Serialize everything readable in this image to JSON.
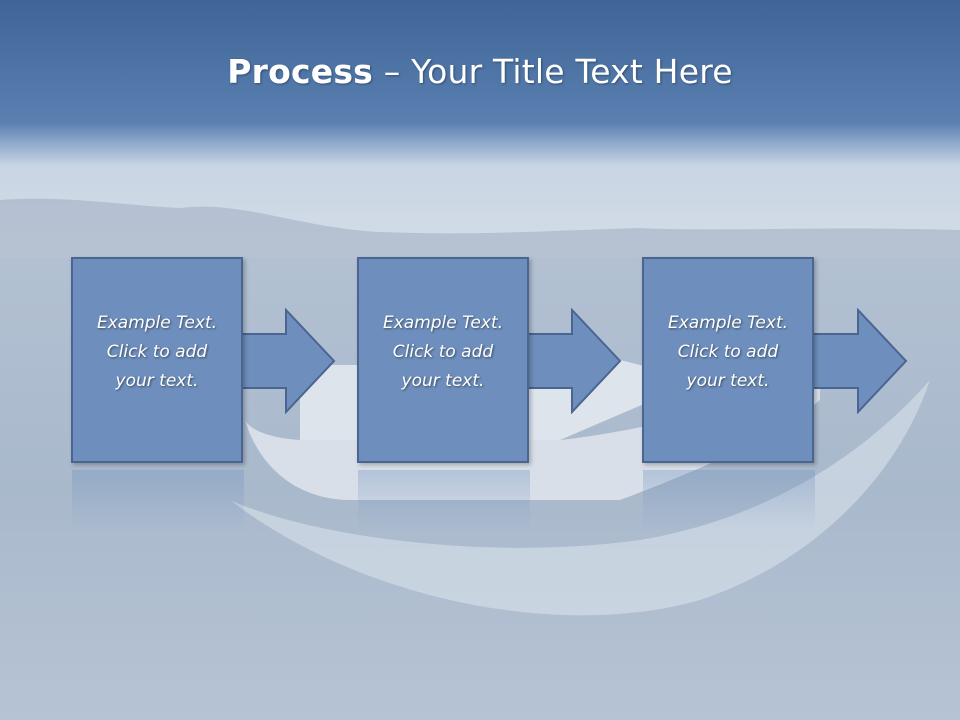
{
  "slide": {
    "title_bold": "Process",
    "title_rest": " – Your Title Text Here"
  },
  "steps": [
    {
      "text": "Example Text.\nClick  to add\nyour text."
    },
    {
      "text": "Example Text.\nClick  to add\nyour text."
    },
    {
      "text": "Example Text.\nClick  to add\nyour text."
    }
  ],
  "colors": {
    "box_fill": "#6e8fbd",
    "box_border": "#4a6590",
    "title_band": "#4f76a8"
  }
}
